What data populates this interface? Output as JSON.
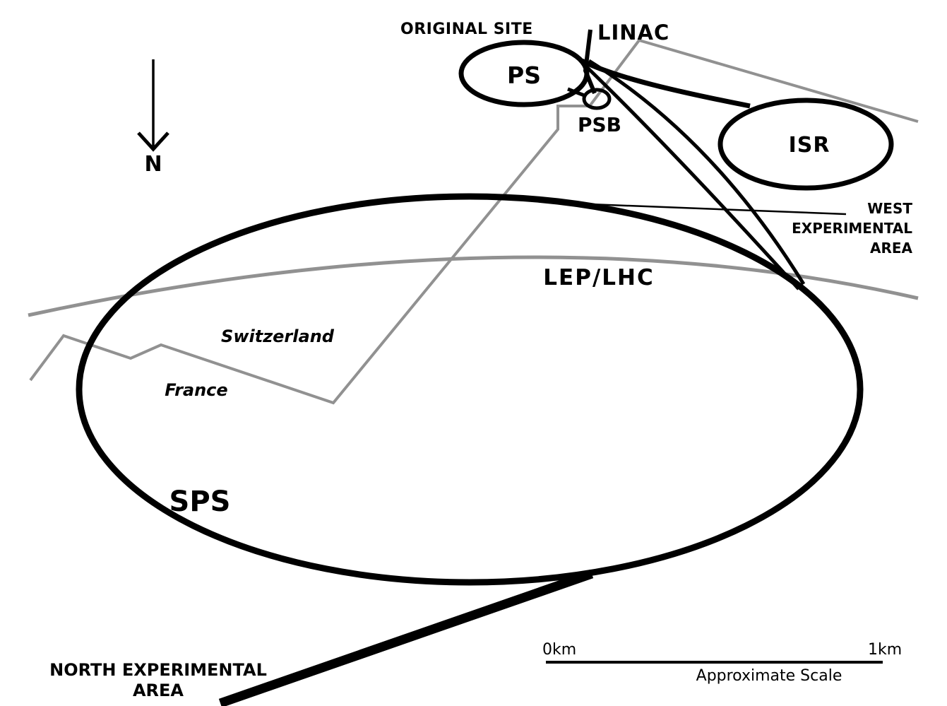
{
  "diagram": {
    "description": "Schematic map of the CERN accelerator complex",
    "accelerator_labels": {
      "ps": "PS",
      "psb": "PSB",
      "isr": "ISR",
      "sps": "SPS",
      "lep_lhc": "LEP/LHC",
      "linac": "LINAC"
    },
    "region_labels": {
      "original_site": "ORIGINAL SITE",
      "west_area": "WEST\nEXPERIMENTAL\nAREA",
      "north_area": "NORTH EXPERIMENTAL\nAREA",
      "switzerland": "Switzerland",
      "france": "France"
    },
    "compass": {
      "label": "N"
    },
    "scale_bar": {
      "start_label": "0km",
      "end_label": "1km",
      "caption": "Approximate Scale"
    },
    "colors": {
      "primary_line": "#000000",
      "secondary_line": "#919191",
      "background": "#ffffff"
    }
  }
}
